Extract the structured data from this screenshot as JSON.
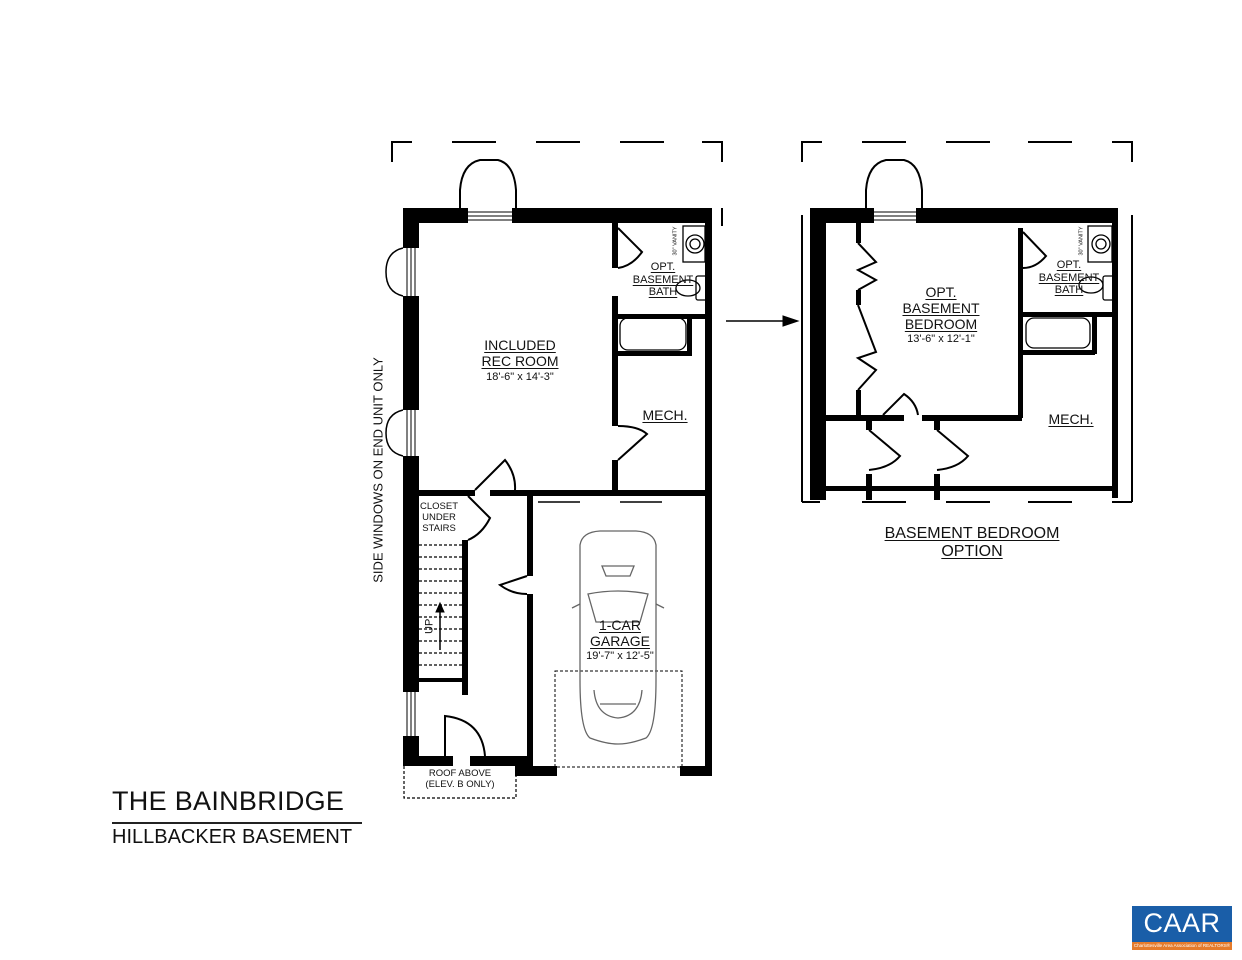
{
  "plan_title": {
    "name": "THE BAINBRIDGE",
    "subtitle": "HILLBACKER BASEMENT"
  },
  "main_plan": {
    "side_note": "SIDE WINDOWS ON END UNIT ONLY",
    "rooms": {
      "rec_room": {
        "line1": "INCLUDED",
        "line2": "REC ROOM",
        "dimensions": "18'-6\" x 14'-3\""
      },
      "bath": {
        "line1": "OPT.",
        "line2": "BASEMENT",
        "line3": "BATH",
        "vanity": "30\" VANITY"
      },
      "mech": {
        "label": "MECH."
      },
      "closet": {
        "line1": "CLOSET",
        "line2": "UNDER",
        "line3": "STAIRS"
      },
      "stairs": {
        "label": "UP"
      },
      "garage": {
        "line1": "1-CAR",
        "line2": "GARAGE",
        "dimensions": "19'-7\" x 12'-5\""
      },
      "roof": {
        "line1": "ROOF ABOVE",
        "line2": "(ELEV. B ONLY)"
      }
    }
  },
  "option_plan": {
    "caption_line1": "BASEMENT BEDROOM",
    "caption_line2": "OPTION",
    "rooms": {
      "bedroom": {
        "line1": "OPT.",
        "line2": "BASEMENT",
        "line3": "BEDROOM",
        "dimensions": "13'-6\" x 12'-1\""
      },
      "bath": {
        "line1": "OPT.",
        "line2": "BASEMENT",
        "line3": "BATH",
        "vanity": "30\" VANITY"
      },
      "mech": {
        "label": "MECH."
      }
    }
  },
  "logo": {
    "text": "CAAR",
    "subtext": "Charlottesville Area Association of REALTORS®",
    "colors": {
      "blue": "#1a5ea8",
      "orange": "#e57b2b"
    }
  }
}
